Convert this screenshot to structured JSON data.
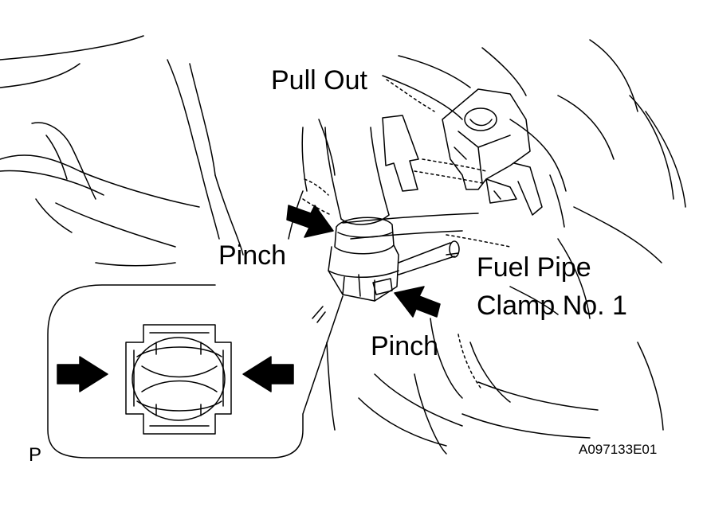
{
  "labels": {
    "pull_out": "Pull Out",
    "pinch_top": "Pinch",
    "pinch_bottom": "Pinch",
    "part_line1": "Fuel Pipe",
    "part_line2": "Clamp No. 1",
    "figure_code": "A097133E01",
    "corner_mark": "P"
  },
  "colors": {
    "line": "#000000",
    "background": "#ffffff",
    "arrow_fill": "#000000"
  },
  "icons": [
    "pinch-arrow-icon",
    "pull-out-arrow-icon",
    "callout-pointer"
  ]
}
